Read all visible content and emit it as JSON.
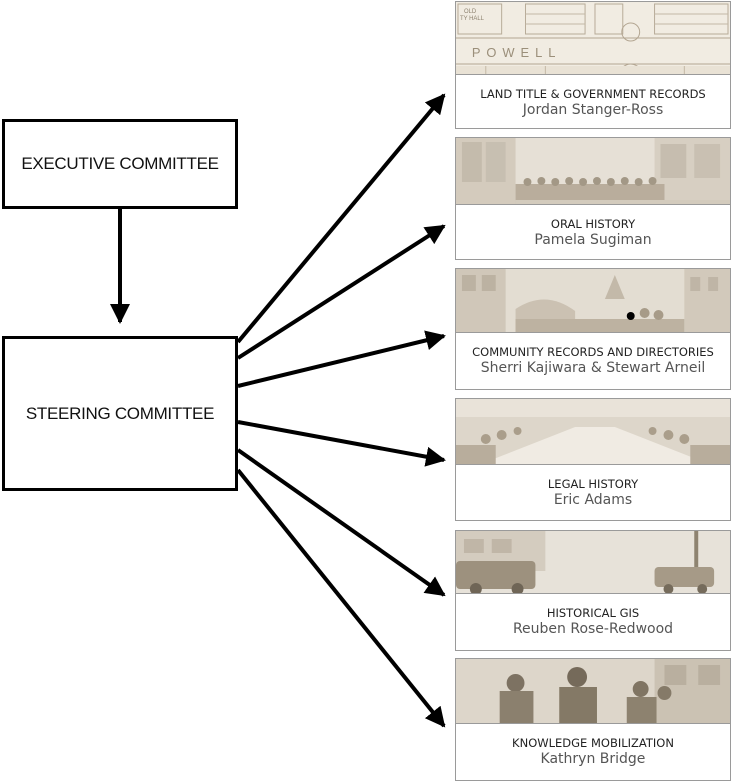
{
  "committees": {
    "executive": "EXECUTIVE COMMITTEE",
    "steering": "STEERING COMMITTEE"
  },
  "clusters": [
    {
      "title": "LAND TITLE & GOVERNMENT RECORDS",
      "lead": "Jordan Stanger-Ross",
      "image": "historical-map-image"
    },
    {
      "title": "ORAL HISTORY",
      "lead": "Pamela Sugiman",
      "image": "group-portrait-photo"
    },
    {
      "title": "COMMUNITY RECORDS AND DIRECTORIES",
      "lead": "Sherri Kajiwara & Stewart Arneil",
      "image": "street-gathering-photo"
    },
    {
      "title": "LEGAL HISTORY",
      "lead": "Eric Adams",
      "image": "banquet-photo"
    },
    {
      "title": "HISTORICAL GIS",
      "lead": "Reuben Rose-Redwood",
      "image": "street-cars-photo"
    },
    {
      "title": "KNOWLEDGE MOBILIZATION",
      "lead": "Kathryn Bridge",
      "image": "men-outdoors-photo"
    }
  ],
  "map_labels": {
    "street": "POWELL",
    "building_1": "OLD",
    "building_2": "TY HALL"
  },
  "colors": {
    "arrow": "#000000",
    "sepia": "#d6cfc2",
    "border": "#9a9a9a"
  }
}
